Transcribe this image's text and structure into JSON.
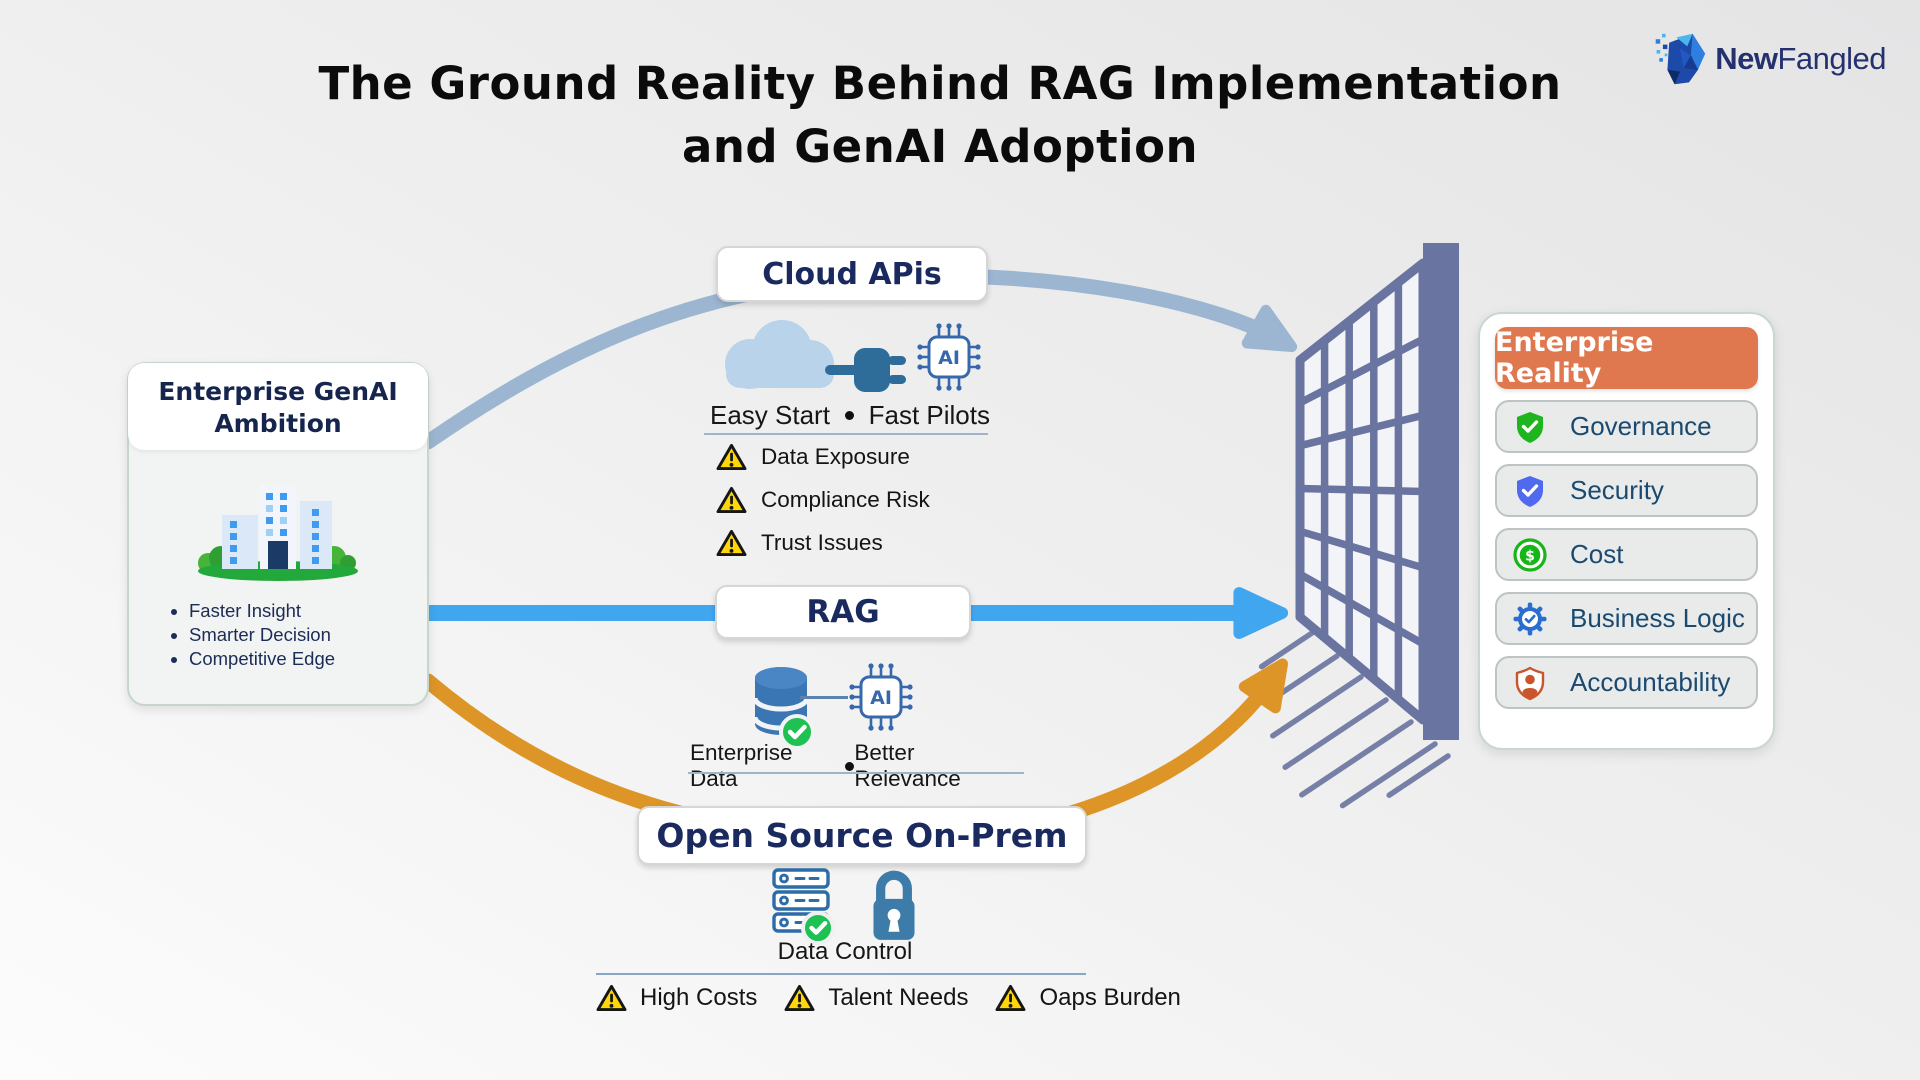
{
  "title": {
    "line1": "The Ground Reality Behind RAG Implementation",
    "line2": "and GenAI Adoption"
  },
  "logo": {
    "brand_bold": "New",
    "brand_light": "Fangled"
  },
  "ambition_card": {
    "title_line1": "Enterprise GenAI",
    "title_line2": "Ambition",
    "bullets": [
      "Faster Insight",
      "Smarter Decision",
      "Competitive Edge"
    ]
  },
  "cloud_path": {
    "label": "Cloud APis",
    "benefit_left": "Easy Start",
    "benefit_right": "Fast Pilots",
    "risks": [
      "Data Exposure",
      "Compliance Risk",
      "Trust Issues"
    ]
  },
  "rag_path": {
    "label": "RAG",
    "benefit_left": "Enterprise Data",
    "benefit_right": "Better Relevance"
  },
  "onprem_path": {
    "label": "Open Source On-Prem",
    "benefit": "Data Control",
    "risks": [
      "High Costs",
      "Talent Needs",
      "Oaps Burden"
    ]
  },
  "reality_panel": {
    "header": "Enterprise Reality",
    "items": [
      {
        "label": "Governance",
        "icon": "shield-check-green"
      },
      {
        "label": "Security",
        "icon": "shield-check-blue"
      },
      {
        "label": "Cost",
        "icon": "dollar-circle-green"
      },
      {
        "label": "Business Logic",
        "icon": "gear-check-blue"
      },
      {
        "label": "Accountability",
        "icon": "person-shield-orange"
      }
    ]
  },
  "colors": {
    "cloud_arrow": "#9cb6d2",
    "rag_arrow": "#41a6f0",
    "onprem_arrow": "#dd9527",
    "wall": "#6a74a0",
    "reality_header_bg": "#e0784f",
    "label_navy": "#1a2a5e",
    "panel_item_text": "#1b4a70",
    "warning_yellow": "#ffd60a",
    "check_green": "#1fc152"
  }
}
